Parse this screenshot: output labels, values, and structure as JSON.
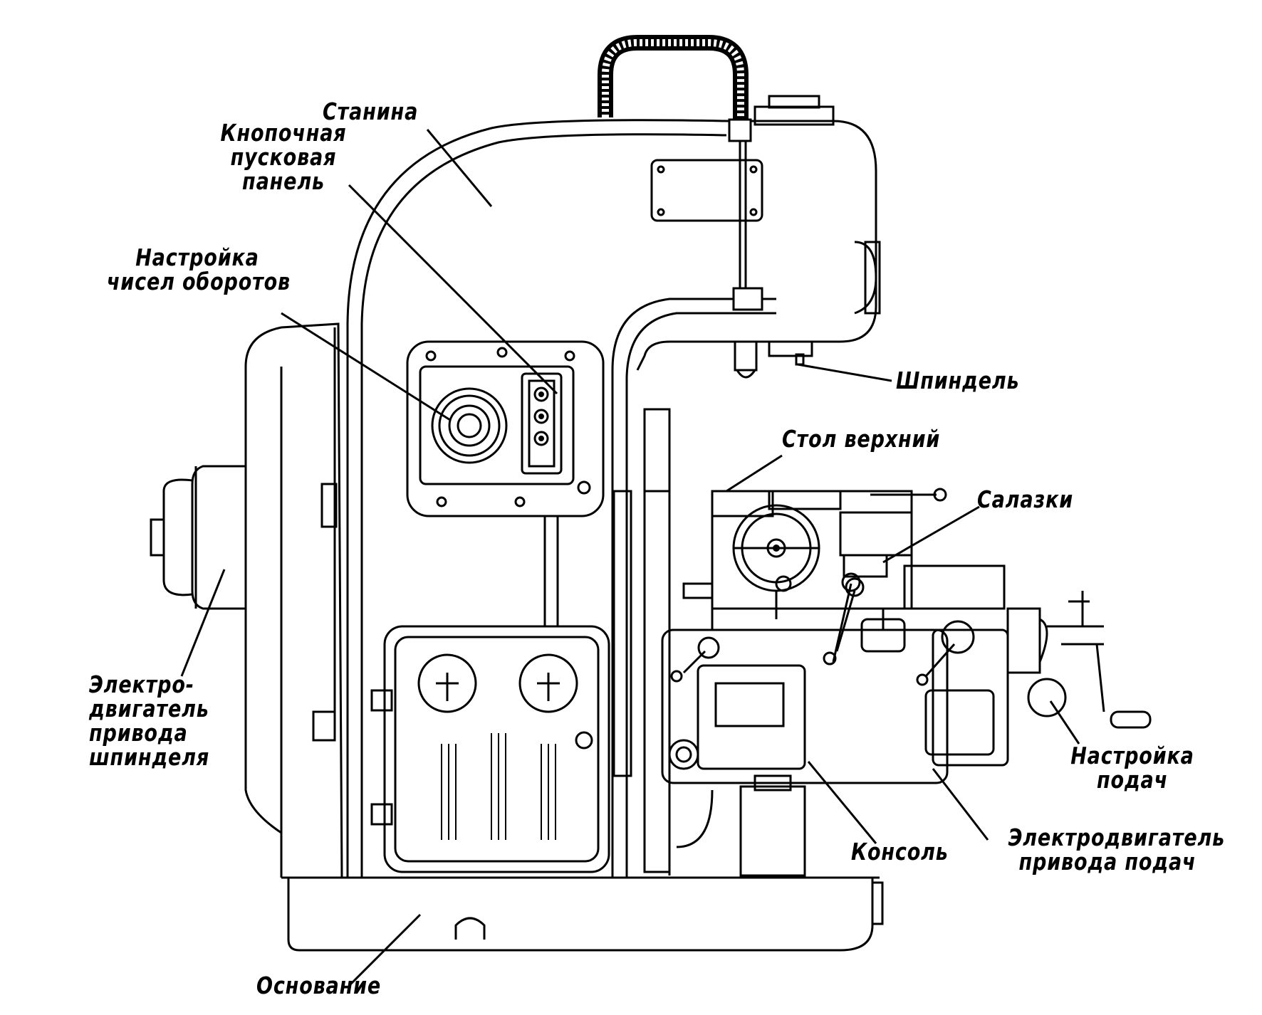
{
  "labels": {
    "frame": "Станина",
    "button_panel": [
      "Кнопочная",
      "пусковая",
      "панель"
    ],
    "speed_setting": [
      "Настройка",
      "чисел оборотов"
    ],
    "spindle": "Шпиндель",
    "upper_table": "Стол верхний",
    "slide": "Салазки",
    "spindle_motor": [
      "Электро-",
      "двигатель",
      "привода",
      "шпинделя"
    ],
    "feed_setting": [
      "Настройка",
      "подач"
    ],
    "console": "Консоль",
    "feed_motor": [
      "Электродвигатель",
      "привода подач"
    ],
    "base": "Основание"
  },
  "colors": {
    "ink": "#000000",
    "paper": "#ffffff"
  }
}
